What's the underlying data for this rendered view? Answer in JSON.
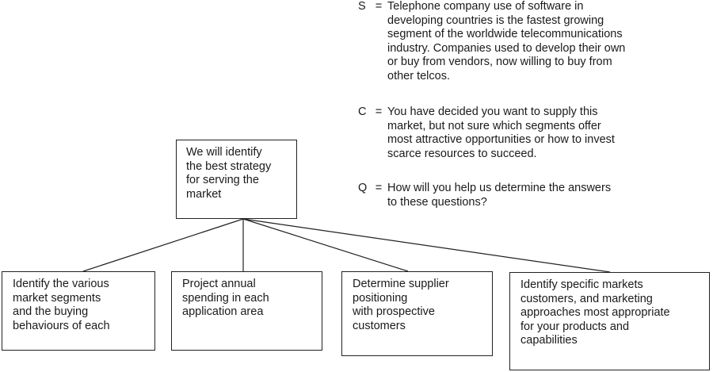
{
  "scq": [
    {
      "letter": "S",
      "eq": "=",
      "text": "Telephone company use of software in\ndeveloping countries is the fastest growing\nsegment of the worldwide telecommunications\nindustry. Companies used to develop their own\nor buy from vendors, now willing to buy from\nother telcos."
    },
    {
      "letter": "C",
      "eq": "=",
      "text": "You have decided you want to supply this\nmarket, but not sure which segments offer\nmost attractive opportunities or how to invest\nscarce resources to succeed."
    },
    {
      "letter": "Q",
      "eq": "=",
      "text": "How will you help us determine the answers\nto these questions?"
    }
  ],
  "root": {
    "text": "We will identify\nthe best strategy\nfor serving the\nmarket"
  },
  "children": [
    {
      "text": "Identify the various\nmarket segments\nand the buying\nbehaviours of each"
    },
    {
      "text": "Project annual\nspending in each\napplication area"
    },
    {
      "text": "Determine supplier\npositioning\nwith prospective\ncustomers"
    },
    {
      "text": "Identify specific markets\ncustomers, and marketing\napproaches most appropriate\nfor your products and\ncapabilities"
    }
  ]
}
